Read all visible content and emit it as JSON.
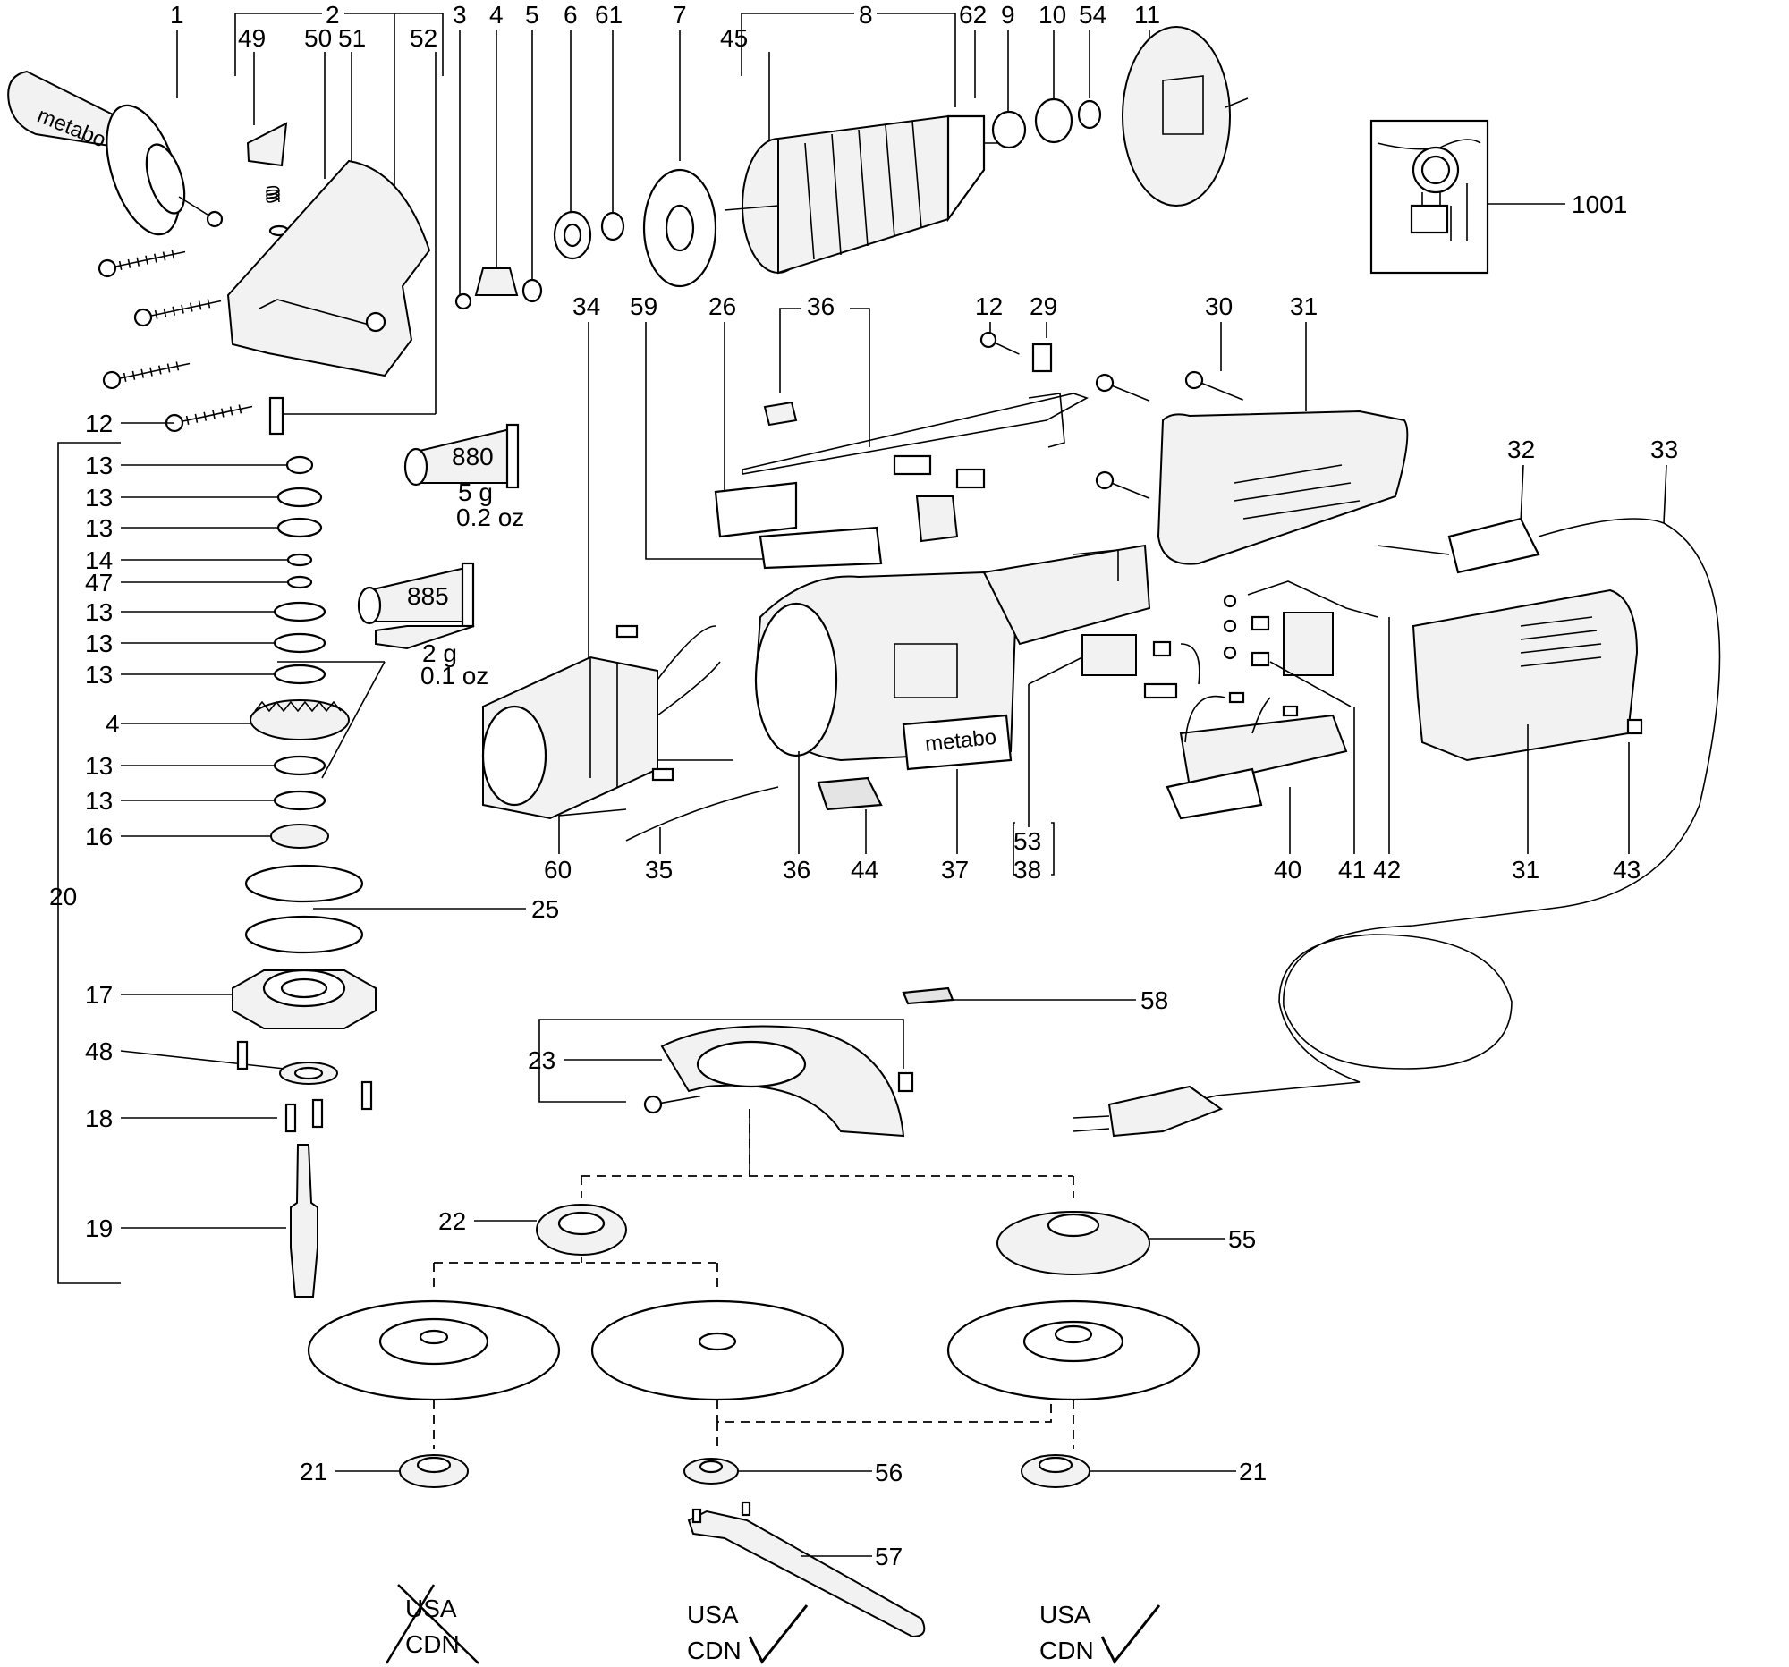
{
  "diagram": {
    "title": "Angle grinder exploded parts view",
    "brand_text": "metabo",
    "callouts": [
      {
        "id": "c1",
        "label": "1"
      },
      {
        "id": "c2",
        "label": "2"
      },
      {
        "id": "c49",
        "label": "49"
      },
      {
        "id": "c50",
        "label": "50"
      },
      {
        "id": "c51",
        "label": "51"
      },
      {
        "id": "c52",
        "label": "52"
      },
      {
        "id": "c3",
        "label": "3"
      },
      {
        "id": "c4a",
        "label": "4"
      },
      {
        "id": "c5",
        "label": "5"
      },
      {
        "id": "c6",
        "label": "6"
      },
      {
        "id": "c61",
        "label": "61"
      },
      {
        "id": "c7",
        "label": "7"
      },
      {
        "id": "c8",
        "label": "8"
      },
      {
        "id": "c45",
        "label": "45"
      },
      {
        "id": "c62",
        "label": "62"
      },
      {
        "id": "c9",
        "label": "9"
      },
      {
        "id": "c10",
        "label": "10"
      },
      {
        "id": "c54",
        "label": "54"
      },
      {
        "id": "c11",
        "label": "11"
      },
      {
        "id": "c1001",
        "label": "1001"
      },
      {
        "id": "c12a",
        "label": "12"
      },
      {
        "id": "c20",
        "label": "20"
      },
      {
        "id": "c13a",
        "label": "13"
      },
      {
        "id": "c13b",
        "label": "13"
      },
      {
        "id": "c13c",
        "label": "13"
      },
      {
        "id": "c14",
        "label": "14"
      },
      {
        "id": "c47",
        "label": "47"
      },
      {
        "id": "c13d",
        "label": "13"
      },
      {
        "id": "c13e",
        "label": "13"
      },
      {
        "id": "c13f",
        "label": "13"
      },
      {
        "id": "c4b",
        "label": "4"
      },
      {
        "id": "c13g",
        "label": "13"
      },
      {
        "id": "c13h",
        "label": "13"
      },
      {
        "id": "c16",
        "label": "16"
      },
      {
        "id": "c25",
        "label": "25"
      },
      {
        "id": "c17",
        "label": "17"
      },
      {
        "id": "c48",
        "label": "48"
      },
      {
        "id": "c18",
        "label": "18"
      },
      {
        "id": "c19",
        "label": "19"
      },
      {
        "id": "c34",
        "label": "34"
      },
      {
        "id": "c59",
        "label": "59"
      },
      {
        "id": "c26",
        "label": "26"
      },
      {
        "id": "c36a",
        "label": "36"
      },
      {
        "id": "c12b",
        "label": "12"
      },
      {
        "id": "c29",
        "label": "29"
      },
      {
        "id": "c30",
        "label": "30"
      },
      {
        "id": "c31a",
        "label": "31"
      },
      {
        "id": "c32",
        "label": "32"
      },
      {
        "id": "c33",
        "label": "33"
      },
      {
        "id": "c60",
        "label": "60"
      },
      {
        "id": "c35",
        "label": "35"
      },
      {
        "id": "c36b",
        "label": "36"
      },
      {
        "id": "c44",
        "label": "44"
      },
      {
        "id": "c37",
        "label": "37"
      },
      {
        "id": "c53",
        "label": "53"
      },
      {
        "id": "c38",
        "label": "38"
      },
      {
        "id": "c40",
        "label": "40"
      },
      {
        "id": "c41",
        "label": "41"
      },
      {
        "id": "c42",
        "label": "42"
      },
      {
        "id": "c31b",
        "label": "31"
      },
      {
        "id": "c43",
        "label": "43"
      },
      {
        "id": "c58",
        "label": "58"
      },
      {
        "id": "c23",
        "label": "23"
      },
      {
        "id": "c22",
        "label": "22"
      },
      {
        "id": "c55",
        "label": "55"
      },
      {
        "id": "c21a",
        "label": "21"
      },
      {
        "id": "c56",
        "label": "56"
      },
      {
        "id": "c21b",
        "label": "21"
      },
      {
        "id": "c57",
        "label": "57"
      }
    ],
    "grease_tubes": [
      {
        "code": "880",
        "weight_g": "5 g",
        "weight_oz": "0.2 oz"
      },
      {
        "code": "885",
        "weight_g": "2 g",
        "weight_oz": "0.1 oz"
      }
    ],
    "region_marks": [
      {
        "line1": "USA",
        "line2": "CDN",
        "status": "excluded",
        "mark": "✕"
      },
      {
        "line1": "USA",
        "line2": "CDN",
        "status": "approved",
        "mark": "✓"
      },
      {
        "line1": "USA",
        "line2": "CDN",
        "status": "approved",
        "mark": "✓"
      }
    ]
  }
}
